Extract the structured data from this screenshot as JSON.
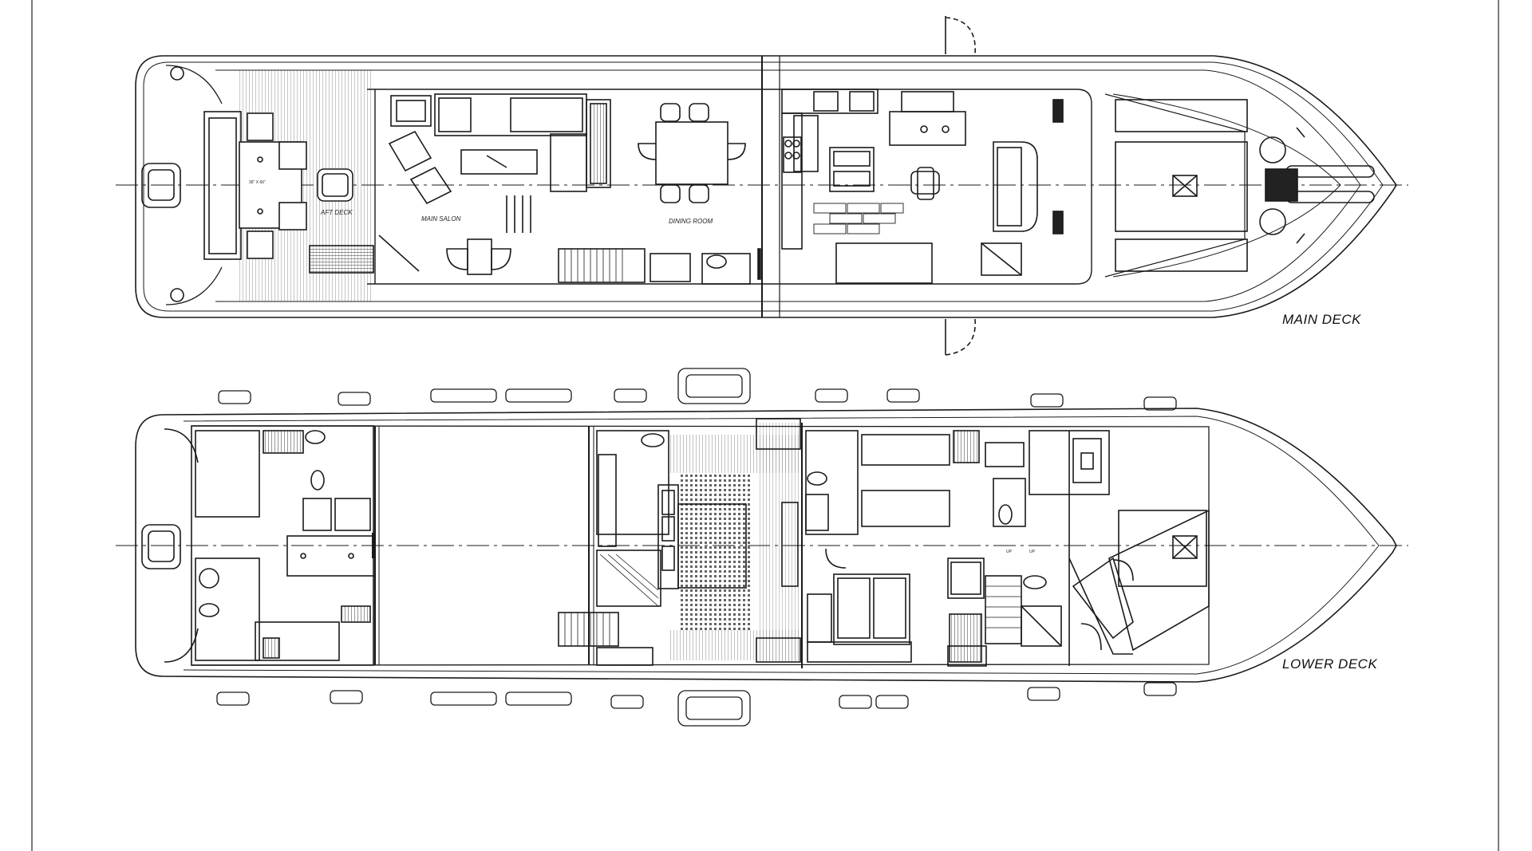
{
  "decks": {
    "main": {
      "label": "MAIN DECK",
      "rooms": {
        "aft_deck": "AFT DECK",
        "main_salon": "MAIN SALON",
        "dining_room": "DINING ROOM"
      },
      "table_dim": "36\" X 66\""
    },
    "lower": {
      "label": "LOWER DECK",
      "notes": {
        "up1": "UP",
        "up2": "UP"
      }
    }
  },
  "colors": {
    "line": "#1a1a1a",
    "background": "#ffffff"
  }
}
